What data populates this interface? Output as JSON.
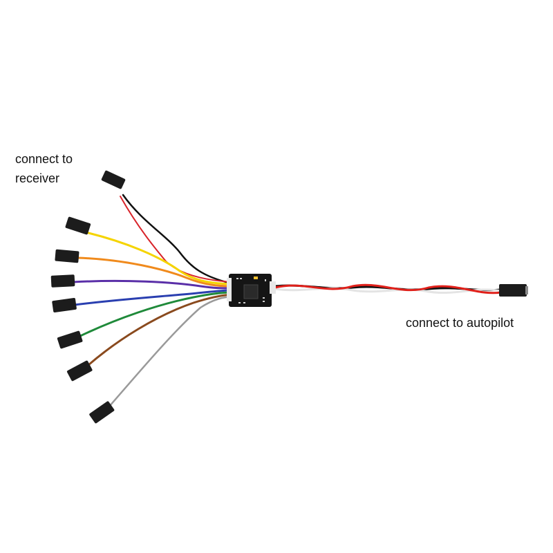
{
  "labels": {
    "receiver_line1": "connect to",
    "receiver_line2": "receiver",
    "autopilot": "connect to autopilot"
  },
  "colors": {
    "background": "#ffffff",
    "connector": "#1c1c1c",
    "board": "#151515",
    "wire_black": "#111111",
    "wire_yellow": "#f5d400",
    "wire_orange": "#f08a1c",
    "wire_purple": "#5a2fa8",
    "wire_blue": "#2a3fb0",
    "wire_green": "#1f8a3a",
    "wire_brown": "#8a4a1e",
    "wire_gray": "#9a9a9a",
    "wire_red": "#e0201a",
    "wire_white": "#f4f4f4"
  }
}
